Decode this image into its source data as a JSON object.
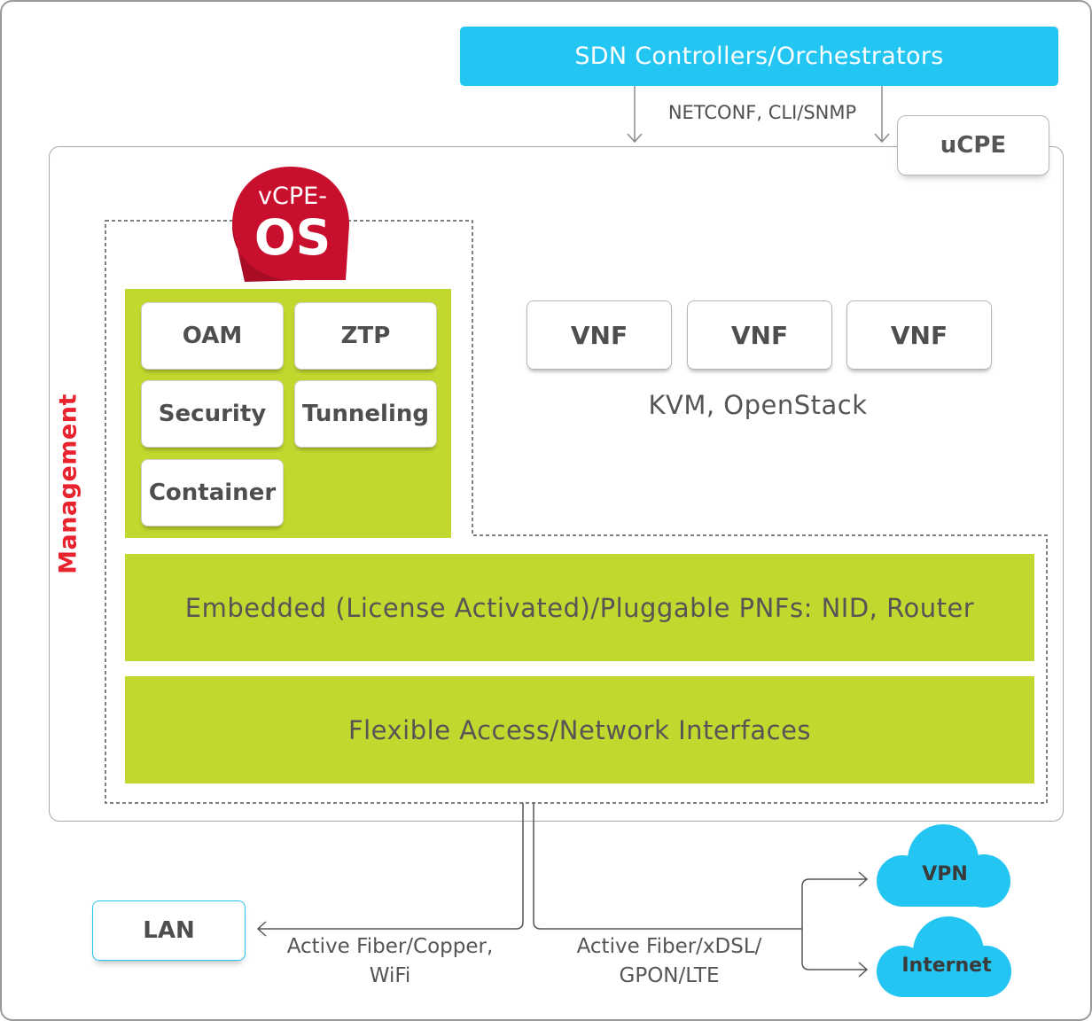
{
  "sdn_controllers": "SDN Controllers/Orchestrators",
  "protocols": "NETCONF, CLI/SNMP",
  "ucpe_label": "uCPE",
  "logo": {
    "top": "vCPE-",
    "bottom": "OS"
  },
  "management_label": "Management",
  "modules": [
    "OAM",
    "ZTP",
    "Security",
    "Tunneling",
    "Container"
  ],
  "vnfs": [
    "VNF",
    "VNF",
    "VNF"
  ],
  "hypervisor": "KVM, OpenStack",
  "pnf_band": "Embedded (License Activated)/Pluggable PNFs: NID, Router",
  "interfaces_band": "Flexible Access/Network Interfaces",
  "lan": {
    "label": "LAN",
    "link_line1": "Active Fiber/Copper,",
    "link_line2": "WiFi"
  },
  "wan": {
    "link_line1": "Active Fiber/xDSL/",
    "link_line2": "GPON/LTE",
    "destinations": [
      "VPN",
      "Internet"
    ]
  },
  "colors": {
    "accent_blue": "#23c5f2",
    "lime_green": "#c2d82f",
    "brand_red": "#e8232e",
    "logo_red": "#c8102e",
    "border_gray": "#a8a8a8"
  }
}
